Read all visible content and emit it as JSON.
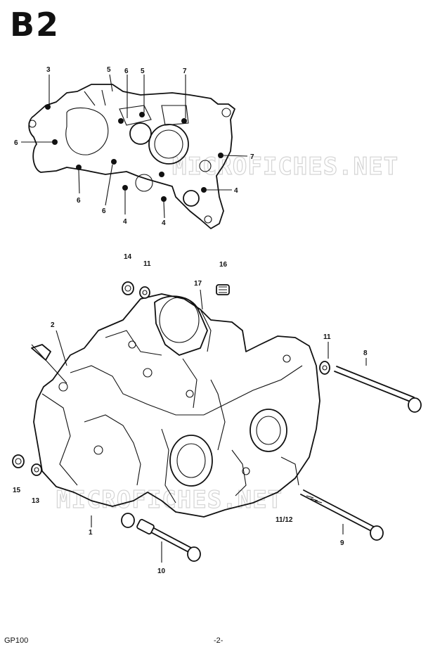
{
  "page": {
    "title": "B2",
    "model": "GP100",
    "page_number": "-2-",
    "watermark": "MICROFICHES.NET"
  },
  "diagram": {
    "top_view_callouts": [
      "3",
      "5",
      "6",
      "5",
      "7",
      "6",
      "7",
      "6",
      "6",
      "4",
      "4",
      "4"
    ],
    "main_view_callouts": [
      "14",
      "11",
      "16",
      "17",
      "2",
      "11",
      "8",
      "15",
      "13",
      "1",
      "10",
      "9",
      "11",
      "12"
    ],
    "inline_label": "11/12"
  }
}
